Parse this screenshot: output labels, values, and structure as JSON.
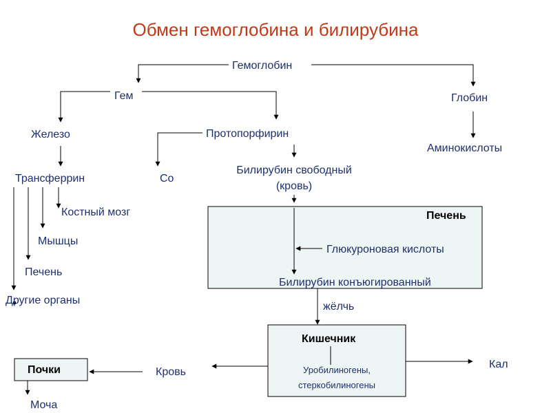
{
  "title": "Обмен гемоглобина и билирубина",
  "nodes": {
    "hemoglobin": "Гемоглобин",
    "heme": "Гем",
    "globin": "Глобин",
    "iron": "Железо",
    "protoporphyrin": "Протопорфирин",
    "amino_acids": "Аминокислоты",
    "transferrin": "Трансферрин",
    "co": "Co",
    "bilirubin_free_line1": "Билирубин свободный",
    "bilirubin_free_line2": "(кровь)",
    "bone_marrow": "Костный мозг",
    "muscles": "Мышцы",
    "liver_target": "Печень",
    "other_organs": "Другие органы",
    "liver_box": "Печень",
    "glucuronic_acid": "Глюкуроновая кислоты",
    "bilirubin_conjugated": "Билирубин конъюгированный",
    "bile": "жёлчь",
    "intestine_box": "Кишечник",
    "urobilinogens": "Уробилиногены,",
    "stercobilinogens": "стеркобилиногены",
    "feces": "Кал",
    "blood": "Кровь",
    "kidneys_box": "Почки",
    "urine": "Моча"
  },
  "colors": {
    "title": "#c0391a",
    "text": "#1e2f6e",
    "box_fill": "#eef5f5",
    "line": "#000000"
  }
}
